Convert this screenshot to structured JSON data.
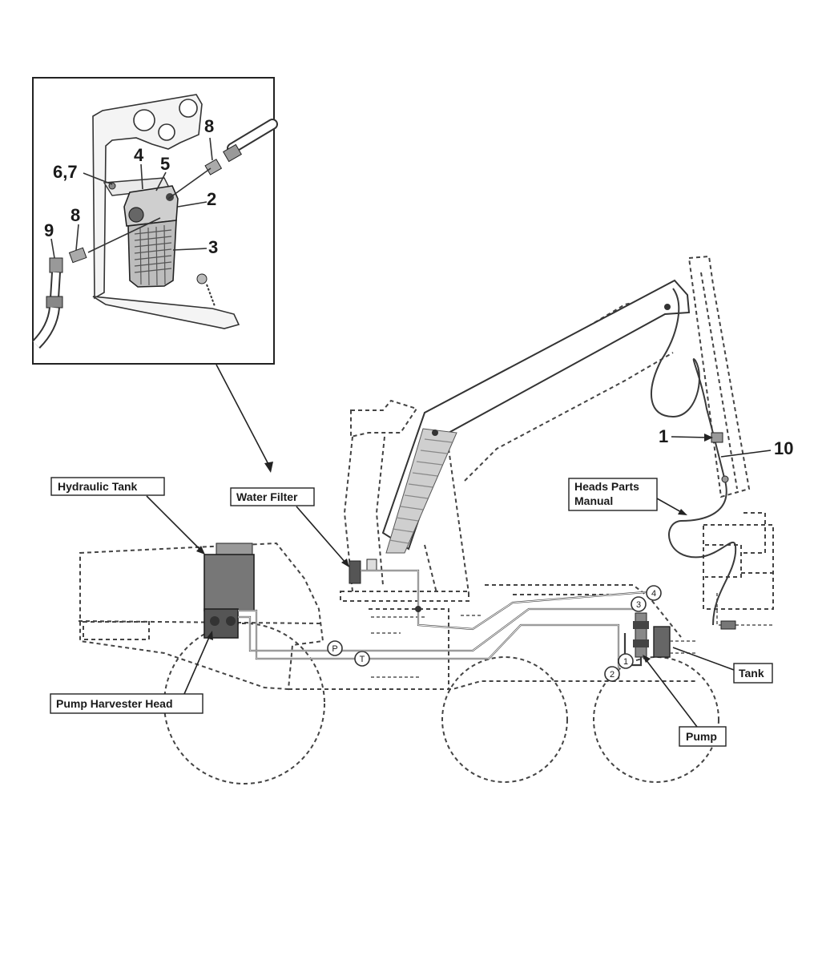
{
  "inset": {
    "callouts": [
      "8",
      "4",
      "5",
      "6,7",
      "2",
      "9",
      "8",
      "3"
    ]
  },
  "labels": {
    "hydraulic_tank": "Hydraulic Tank",
    "water_filter": "Water Filter",
    "heads_parts_manual_line1": "Heads Parts",
    "heads_parts_manual_line2": "Manual",
    "pump_harvester_head": "Pump Harvester Head",
    "tank": "Tank",
    "pump": "Pump"
  },
  "callouts": {
    "item_1": "1",
    "item_10": "10"
  },
  "circle_markers": {
    "p": "P",
    "t": "T",
    "c1": "1",
    "c2": "2",
    "c3": "3",
    "c4": "4"
  }
}
